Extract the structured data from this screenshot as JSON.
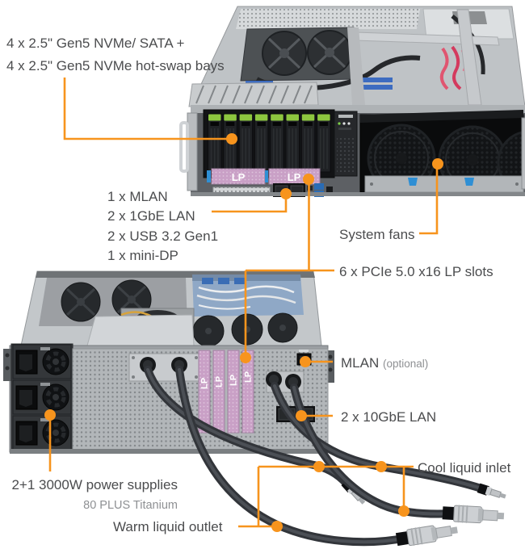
{
  "callouts": {
    "drive_bays": {
      "line1": "4 x 2.5\" Gen5 NVMe/ SATA +",
      "line2": "4 x 2.5\" Gen5 NVMe hot-swap bays"
    },
    "front_io": {
      "items": [
        "1 x MLAN",
        "2 x 1GbE LAN",
        "2 x USB 3.2 Gen1",
        "1 x mini-DP"
      ]
    },
    "system_fans": {
      "label": "System fans"
    },
    "pcie_slots": {
      "label": "6 x PCIe 5.0 x16 LP slots"
    },
    "mlan_rear": {
      "label": "MLAN",
      "suffix": "(optional)"
    },
    "lan_10gbe": {
      "label": "2 x 10GbE LAN"
    },
    "power_supplies": {
      "line1": "2+1 3000W power supplies",
      "line2": "80 PLUS Titanium"
    },
    "cool_liquid": {
      "label": "Cool liquid inlet"
    },
    "warm_liquid": {
      "label": "Warm liquid outlet"
    }
  },
  "graphics": {
    "lp": "LP"
  },
  "colors": {
    "accent": "#F7941D",
    "label_text": "#4B4C4E",
    "muted_text": "#8E9093",
    "lp_slot_pink": "#C9A0C6",
    "drive_latch_green": "#8DC63F"
  }
}
